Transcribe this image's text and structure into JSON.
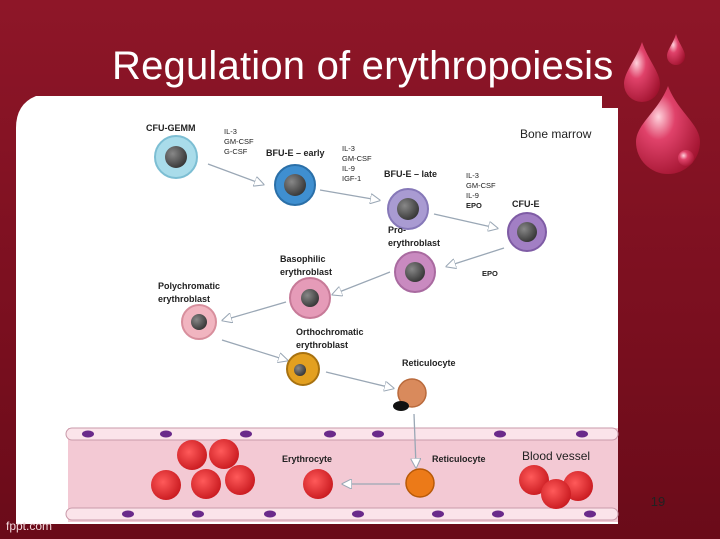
{
  "slide": {
    "title": "Regulation of erythropoiesis",
    "footer_brand": "fppt.com",
    "page_number": "19"
  },
  "diagram": {
    "regions": {
      "bone_marrow": "Bone marrow",
      "blood_vessel": "Blood vessel"
    },
    "cells": {
      "cfu_gemm": "CFU-GEMM",
      "bfu_e_early": "BFU-E – early",
      "bfu_e_late": "BFU-E – late",
      "cfu_e": "CFU-E",
      "proerythroblast_1": "Pro-",
      "proerythroblast_2": "erythroblast",
      "basophilic_1": "Basophilic",
      "basophilic_2": "erythroblast",
      "polychromatic_1": "Polychromatic",
      "polychromatic_2": "erythroblast",
      "orthochromatic_1": "Orthochromatic",
      "orthochromatic_2": "erythroblast",
      "reticulocyte_marrow": "Reticulocyte",
      "reticulocyte_vessel": "Reticulocyte",
      "erythrocyte": "Erythrocyte"
    },
    "cytokines": {
      "gemm_to_early": [
        "IL-3",
        "GM-CSF",
        "G-CSF"
      ],
      "early_to_late": [
        "IL-3",
        "GM-CSF",
        "IL-9",
        "IGF-1"
      ],
      "late_to_cfue": [
        "IL-3",
        "GM-CSF",
        "IL-9",
        "EPO"
      ],
      "cfue_to_pro": "EPO"
    },
    "colors": {
      "cfu_gemm": "#a9dcea",
      "bfu_e_early": "#3f8fd0",
      "bfu_e_late": "#a99bd2",
      "cfu_e": "#a27fc4",
      "proerythroblast": "#c98ac0",
      "basophilic": "#e59bb8",
      "polychromatic": "#f1b5c0",
      "orthochromatic": "#e3a020",
      "reticulocyte": "#d98a5c",
      "erythrocyte": "#e01e23",
      "vessel": "#f3c9d4"
    }
  }
}
